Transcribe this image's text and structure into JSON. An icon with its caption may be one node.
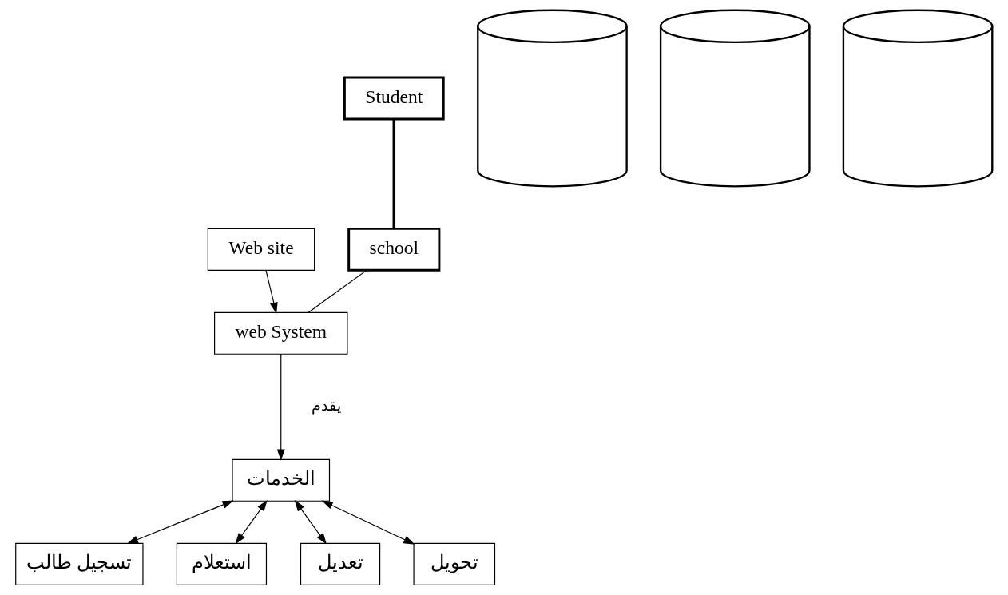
{
  "diagram": {
    "nodes": [
      {
        "text": [
          "Web site"
        ]
      },
      {
        "text": [
          "Student"
        ]
      },
      {
        "text": [
          "web System"
        ]
      },
      {
        "text": [
          "school"
        ]
      },
      {
        "text": [
          "الخدمات"
        ]
      },
      {
        "text": [
          "تسجيل طالب"
        ]
      },
      {
        "text": [
          "استعلام"
        ]
      },
      {
        "text": [
          "تعديل"
        ]
      },
      {
        "text": [
          "تحويل"
        ]
      },
      {
        "text": [],
        "shape": "cylinder"
      },
      {
        "text": [],
        "shape": "cylinder"
      },
      {
        "text": [],
        "shape": "cylinder"
      }
    ],
    "edges": [
      {
        "from": 0,
        "to": 2,
        "arrow": "to"
      },
      {
        "from": 1,
        "to": 3,
        "arrow": "none",
        "style": "thick"
      },
      {
        "from": 3,
        "to": 2,
        "arrow": "none"
      },
      {
        "from": 2,
        "to": 4,
        "arrow": "to",
        "label": "يقدم"
      },
      {
        "from": 4,
        "to": 5,
        "arrow": "both"
      },
      {
        "from": 4,
        "to": 6,
        "arrow": "both"
      },
      {
        "from": 4,
        "to": 7,
        "arrow": "both"
      },
      {
        "from": 4,
        "to": 8,
        "arrow": "both"
      }
    ]
  }
}
